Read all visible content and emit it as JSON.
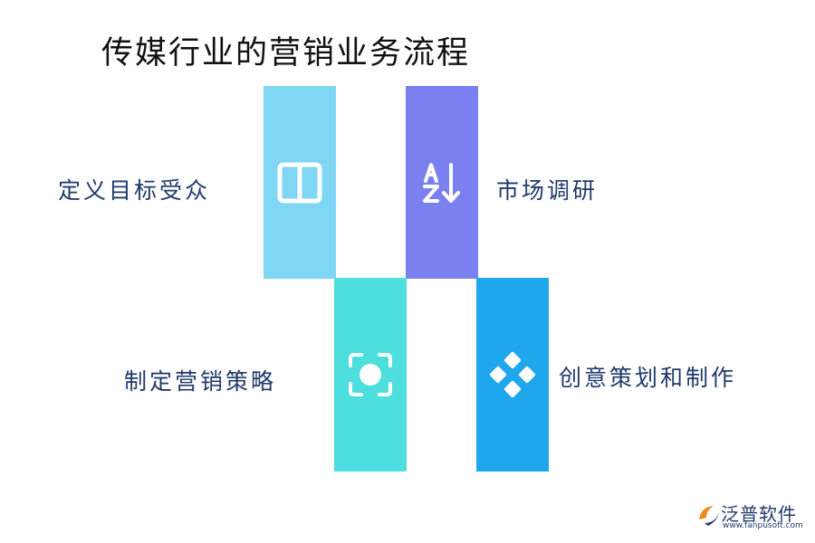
{
  "title": "传媒行业的营销业务流程",
  "steps": [
    {
      "label": "定义目标受众",
      "color": "#7fd6f5",
      "icon": "two-panel-layout-icon"
    },
    {
      "label": "市场调研",
      "color": "#7b80f1",
      "icon": "sort-az-icon"
    },
    {
      "label": "制定营销策略",
      "color": "#4ddede",
      "icon": "focus-frame-icon"
    },
    {
      "label": "创意策划和制作",
      "color": "#1ea7ec",
      "icon": "diamond-grid-icon"
    }
  ],
  "brand": {
    "name": "泛普软件",
    "url": "www.fanpusoft.com",
    "accent": "#f08a24"
  }
}
